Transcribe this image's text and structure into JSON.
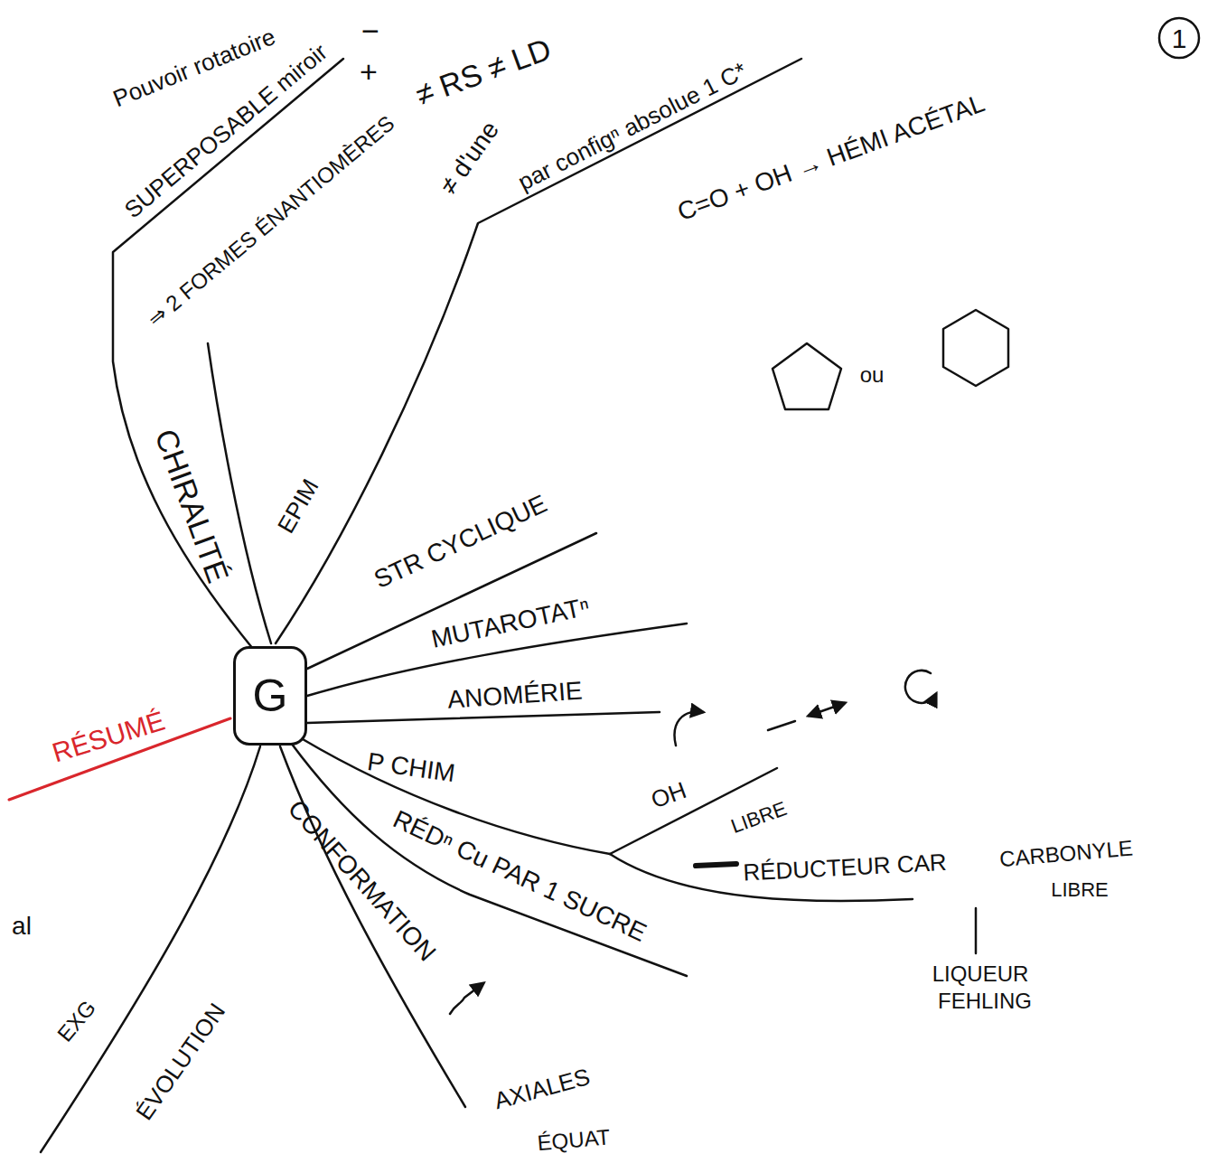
{
  "diagram": {
    "nodes": [
      {
        "text": [
          "G"
        ]
      }
    ],
    "labels": [
      "Pouvoir rotatoire",
      "−",
      "+",
      "SUPERPOSABLE miroir",
      "≠ RS ≠ LD",
      "⇒ 2 FORMES ÉNANTIOMÈRES",
      "CHIRALITÉ",
      "EPIM",
      "≠ d'une",
      "par configⁿ absolue 1 C*",
      "C=O + OH → HÉMI ACÉTAL",
      "ou",
      "STR CYCLIQUE",
      "MUTAROTATⁿ",
      "ANOMÉRIE",
      "P CHIM",
      "OH",
      "LIBRE",
      "RÉDUCTEUR CAR",
      "CARBONYLE",
      "LIBRE",
      "LIQUEUR",
      "FEHLING",
      "RÉDⁿ Cu PAR 1 SUCRE",
      "CONFORMATION",
      "AXIALES",
      "ÉQUAT",
      "EXG",
      "ÉVOLUTION",
      "RÉSUMÉ",
      "1",
      "al"
    ]
  }
}
